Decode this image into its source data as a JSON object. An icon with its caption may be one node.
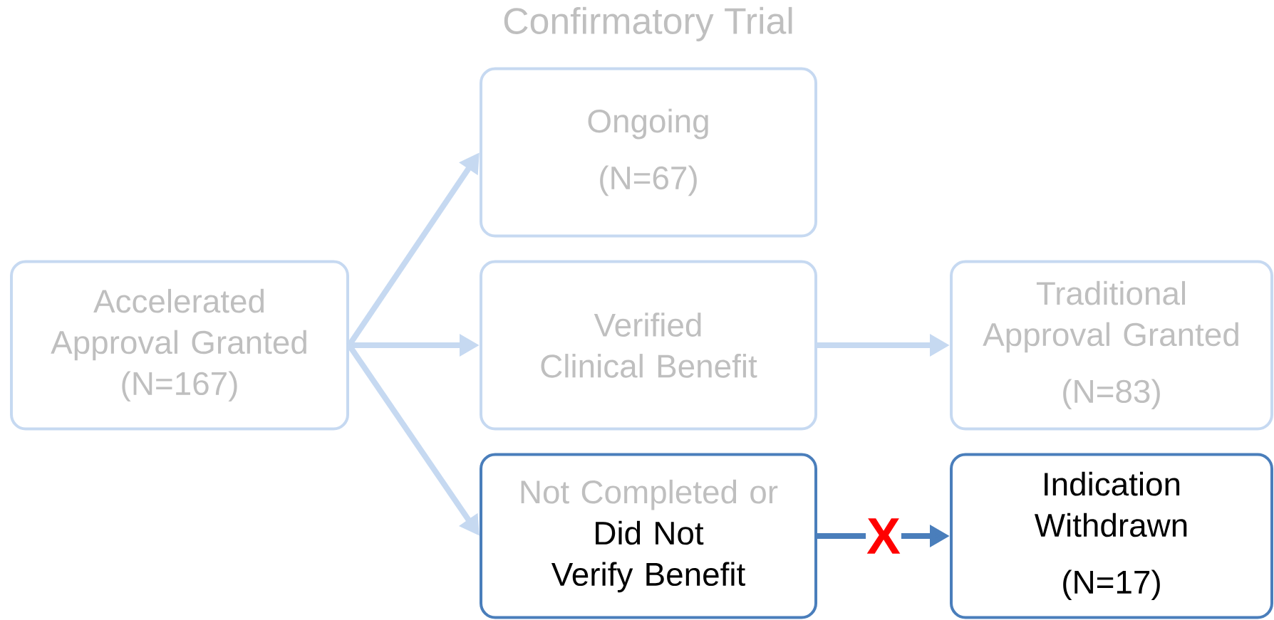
{
  "diagram": {
    "title": "Confirmatory Trial",
    "nodes": [
      {
        "text": [
          "Accelerated Approval Granted",
          "(N=167)"
        ]
      },
      {
        "text": [
          "Ongoing",
          "(N=67)"
        ]
      },
      {
        "text": [
          "Verified Clinical Benefit"
        ]
      },
      {
        "text": [
          "Traditional Approval Granted",
          "(N=83)"
        ]
      },
      {
        "text": [
          "Not Completed or",
          "Did Not Verify Benefit"
        ]
      },
      {
        "text": [
          "Indication Withdrawn",
          "(N=17)"
        ]
      }
    ],
    "edges": [
      {
        "from": 0,
        "to": 1,
        "arrow": "to"
      },
      {
        "from": 0,
        "to": 2,
        "arrow": "to"
      },
      {
        "from": 0,
        "to": 4,
        "arrow": "to"
      },
      {
        "from": 2,
        "to": 3,
        "arrow": "to"
      },
      {
        "from": 4,
        "to": 5,
        "arrow": "to",
        "label": "X",
        "color": "#4a7ebb"
      }
    ]
  }
}
